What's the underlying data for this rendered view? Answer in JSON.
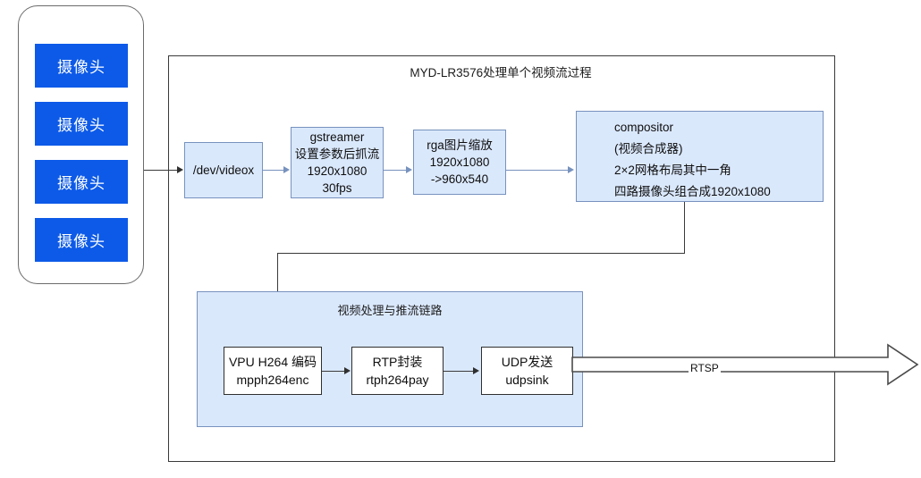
{
  "diagram": {
    "title": "MYD-LR3576处理单个视频流过程",
    "camera_group": {
      "name": "camera-group",
      "cameras": [
        {
          "label": "摄像头"
        },
        {
          "label": "摄像头"
        },
        {
          "label": "摄像头"
        },
        {
          "label": "摄像头"
        }
      ],
      "color": "#0D5AE8"
    },
    "pipeline": {
      "dev": {
        "lines": [
          "/dev/videox"
        ]
      },
      "gstreamer": {
        "lines": [
          "gstreamer",
          "设置参数后抓流",
          "1920x1080",
          "30fps"
        ]
      },
      "rga": {
        "lines": [
          "rga图片缩放",
          "1920x1080",
          "->960x540"
        ]
      },
      "compositor": {
        "lines": [
          "compositor",
          "(视频合成器)",
          "2×2网格布局其中一角",
          "四路摄像头组合成1920x1080"
        ]
      }
    },
    "stream_panel": {
      "title": "视频处理与推流链路",
      "boxes": {
        "vpu": {
          "lines": [
            "VPU H264 编码",
            "mpph264enc"
          ]
        },
        "rtp": {
          "lines": [
            "RTP封装",
            "rtph264pay"
          ]
        },
        "udp": {
          "lines": [
            "UDP发送",
            "udpsink"
          ]
        }
      },
      "output_label": "RTSP"
    },
    "colors": {
      "box_fill": "#DAE8FC",
      "box_border": "#7792BE",
      "camera_fill": "#0D5AE8",
      "outline": "#3A3A3A"
    }
  }
}
